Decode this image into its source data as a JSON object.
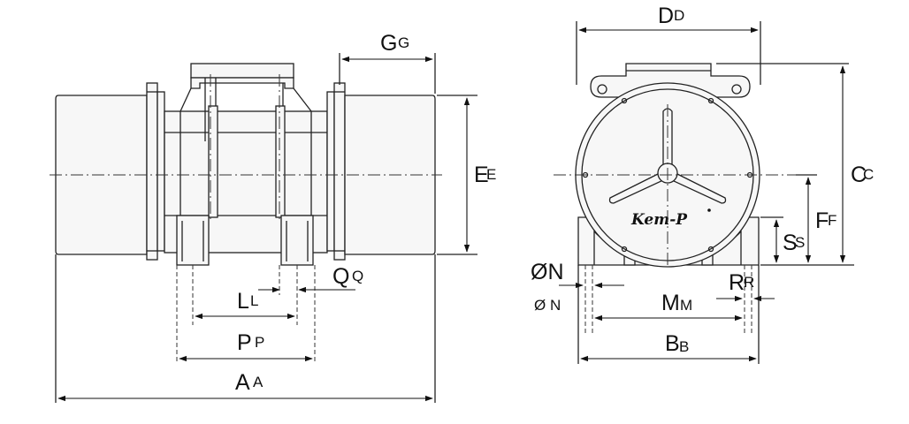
{
  "labels": {
    "A": "A",
    "B": "B",
    "C": "C",
    "D": "D",
    "E": "E",
    "F": "F",
    "G": "G",
    "L": "L",
    "M": "M",
    "N": "ØN",
    "N_small": "Ø N",
    "P": "P",
    "Q": "Q",
    "R": "R",
    "S": "S"
  },
  "brand": "Kem-P",
  "colors": {
    "line": "#222222",
    "body_fill": "#f7f7f7",
    "background": "#ffffff"
  }
}
